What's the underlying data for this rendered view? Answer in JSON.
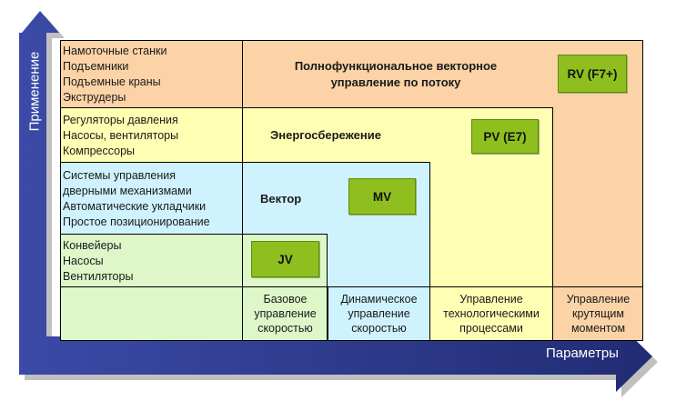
{
  "colors": {
    "axis": "#2e3b8c",
    "orange": "#fbd3a7",
    "yellow": "#ffffb4",
    "cyan": "#cff2ff",
    "green": "#ddf7c8",
    "badge": "#8fbf1f"
  },
  "axes": {
    "y_label": "Применение",
    "x_label": "Параметры"
  },
  "applications": [
    "Намоточные станки\nПодъемники\nПодъемные краны\nЭкструдеры",
    "Регуляторы давления\nНасосы, вентиляторы\nКомпрессоры",
    "Системы управления\nдверными механизмами\nАвтоматические укладчики\nПростое позиционирование",
    "Конвейеры\nНасосы\nВентиляторы"
  ],
  "regions": {
    "full_vector": "Полнофункциональное векторное\nуправление по потоку",
    "energy": "Энергосбережение",
    "vector": "Вектор"
  },
  "badges": {
    "rv": "RV (F7+)",
    "pv": "PV (E7)",
    "mv": "MV",
    "jv": "JV"
  },
  "parameters": [
    "Базовое\nуправление\nскоростью",
    "Динамическое\nуправление\nскоростью",
    "Управление\nтехнологическими\nпроцессами",
    "Управление\nкрутящим\nмоментом"
  ]
}
